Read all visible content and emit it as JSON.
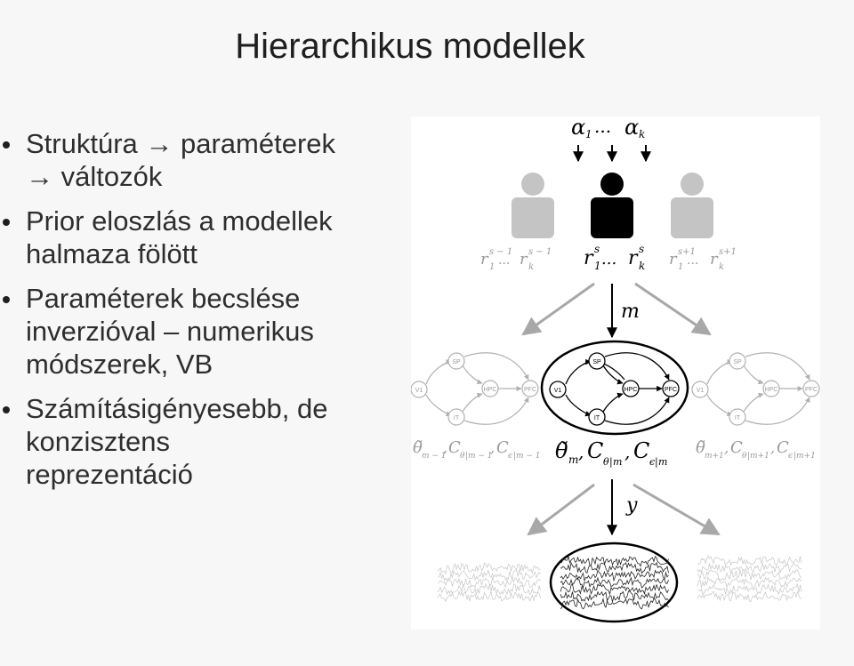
{
  "title": "Hierarchikus modellek",
  "bullets": [
    "Struktúra → paraméterek\n→ változók",
    "Prior eloszlás a modellek\nhalmaza fölött",
    "Paraméterek becslése\ninverzióval – numerikus\nmódszerek, VB",
    "Számításigényesebb, de\nkonzisztens\nreprezentáció"
  ],
  "figure": {
    "alpha_label": "α₁…α_k",
    "alpha_base": "α",
    "alpha_sub1": "1",
    "alpha_dots": "...",
    "alpha_subk": "k",
    "r_sym": "r",
    "r_left_sup": "s − 1",
    "r_mid_sup": "s",
    "r_right_sup": "s+1",
    "r_sub1": "1",
    "r_subk": "k",
    "r_dots": "...",
    "m_label": "m",
    "y_label": "y",
    "nodes": {
      "sp": "SP",
      "v1": "V1",
      "hpc": "HPC",
      "pfc": "PFC",
      "it": "IT"
    },
    "theta_sym": "θ̃",
    "c_sym": "C",
    "comma": ",",
    "sub_theta": "θ",
    "sub_eps": "ϵ",
    "left_sub": "m − 1",
    "mid_sub": "m",
    "right_sub": "m+1",
    "bar": "|"
  },
  "colors": {
    "accent": "#000000",
    "grey": "#9a9a9a",
    "arrow_grey": "#a8a8a8"
  }
}
